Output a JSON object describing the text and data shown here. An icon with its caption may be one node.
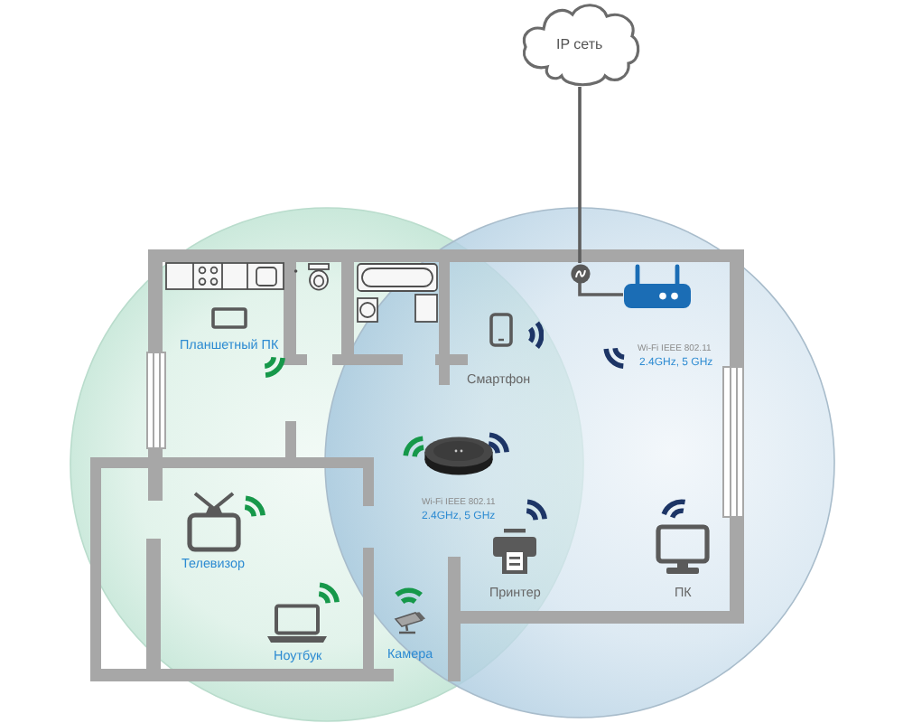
{
  "diagram": {
    "nodes": [
      {
        "text": [
          "IP сеть"
        ]
      },
      {
        "text": [],
        "shape": "circle"
      },
      {
        "text": [],
        "shape": "picture",
        "beside": [
          "Wi-Fi IEEE 802.11",
          "2.4GHz, 5 GHz"
        ]
      },
      {
        "text": [
          "Планшетный ПК"
        ]
      },
      {
        "text": [
          "Смартфон"
        ]
      },
      {
        "text": [],
        "shape": "picture",
        "beside": [
          "Wi-Fi IEEE 802.11",
          "2.4GHz, 5 GHz"
        ]
      },
      {
        "text": [
          "Телевизор"
        ]
      },
      {
        "text": [
          "Принтер"
        ]
      },
      {
        "text": [
          "ПК"
        ]
      },
      {
        "text": [
          "Ноутбук"
        ]
      },
      {
        "text": [
          "Камера"
        ]
      }
    ],
    "edges": [
      {
        "from": 0,
        "to": 1,
        "arrow": "none"
      },
      {
        "from": 1,
        "to": 2,
        "arrow": "none"
      }
    ]
  }
}
